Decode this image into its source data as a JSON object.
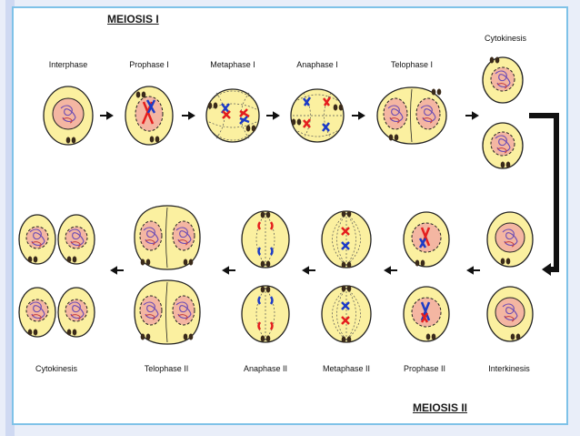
{
  "titles": {
    "meiosis_1": "MEIOSIS I",
    "meiosis_2": "MEIOSIS II"
  },
  "stages_top": [
    "Interphase",
    "Prophase I",
    "Metaphase I",
    "Anaphase I",
    "Telophase I",
    "Cytokinesis"
  ],
  "stages_bottom": [
    "Cytokinesis",
    "Telophase II",
    "Anaphase II",
    "Metaphase II",
    "Prophase II",
    "Interkinesis"
  ],
  "colors": {
    "cell": "#fbf0a0",
    "nucleus": "#f4b6a2",
    "chromosome_red": "#e41e1e",
    "chromosome_blue": "#1c3bc7",
    "frame": "#7fc2e8"
  }
}
